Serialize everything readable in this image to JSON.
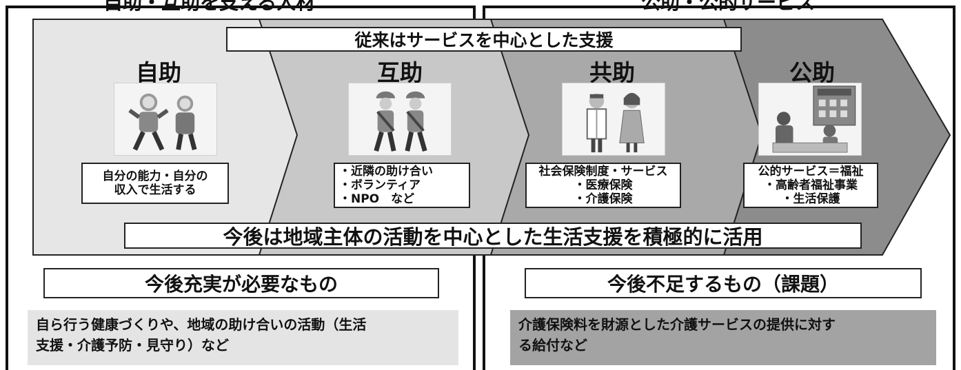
{
  "banner_top": "従来はサービスを中心とした支援",
  "banner_bottom": "今後は地域主体の活動を中心とした生活支援を積極的に活用",
  "stages": [
    {
      "title": "自助",
      "illustration": "elderly-couple-icon",
      "lines": [
        "自分の能力・自分の",
        "収入で生活する"
      ]
    },
    {
      "title": "互助",
      "illustration": "volunteers-icon",
      "lines": [
        "・近隣の助け合い",
        "・ボランティア",
        "・NPO　など"
      ]
    },
    {
      "title": "共助",
      "illustration": "doctor-nurse-icon",
      "lines": [
        "社会保険制度・サービス",
        "・医療保険",
        "・介護保険"
      ]
    },
    {
      "title": "公助",
      "illustration": "city-hall-counter-icon",
      "lines": [
        "公的サービス＝福祉",
        "・高齢者福祉事業",
        "・生活保護"
      ]
    }
  ],
  "left_panel": {
    "heading": "今後充実が必要なもの",
    "desc_lines": [
      "自ら行う健康づくりや、地域の助け合いの活動（生活",
      "支援・介護予防・見守り）など"
    ]
  },
  "right_panel": {
    "heading": "今後不足するもの（課題）",
    "desc_lines": [
      "介護保険料を財源とした介護サービスの提供に対す",
      "る給付など"
    ]
  },
  "colors": {
    "stage1": "#e6e6e6",
    "stage2": "#c8c8c8",
    "stage3": "#a9a9a9",
    "stage4": "#8c8c8c",
    "left_desc_bg": "#e4e4e4",
    "right_desc_bg": "#a3a3a3",
    "border": "#111111"
  }
}
